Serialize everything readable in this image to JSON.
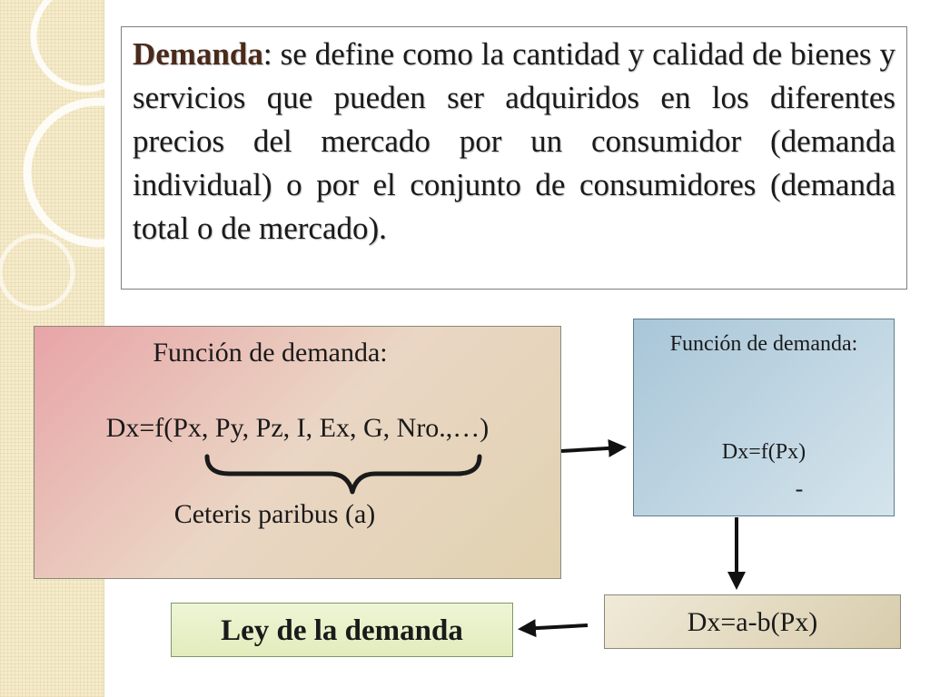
{
  "definition": {
    "term": "Demanda",
    "text": ": se define como la cantidad y calidad de bienes y servicios que pueden ser adquiridos en los diferentes precios del mercado por un consumidor (demanda individual) o por el conjunto de consumidores (demanda total o de mercado)."
  },
  "function_box": {
    "title": "Función de demanda:",
    "formula": "Dx=f(Px, Py, Pz, I, Ex, G, Nro.,…)",
    "ceteris": "Ceteris paribus (a)"
  },
  "px_box": {
    "title": "Función de demanda:",
    "formula": "Dx=f(Px)",
    "sign": "-"
  },
  "linear_box": {
    "formula": "Dx=a-b(Px)"
  },
  "law_box": {
    "label": "Ley de la demanda"
  },
  "colors": {
    "term": "#4a2a1a",
    "function_box_start": "#e8a4a8",
    "px_box_start": "#a8c6d8",
    "law_box": "#e2ecbc",
    "strip": "#f6eccb"
  }
}
